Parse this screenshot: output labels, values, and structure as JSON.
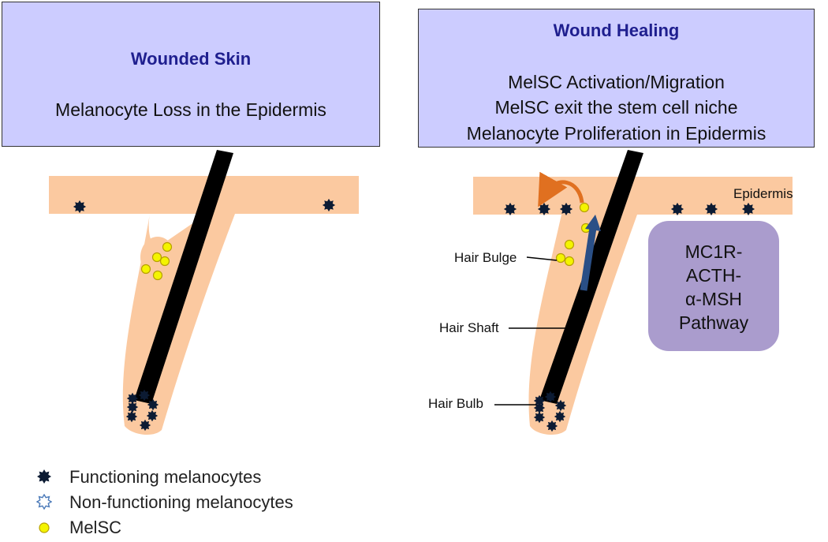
{
  "left_panel": {
    "title": "Wounded Skin",
    "subtitle": "Melanocyte Loss in the Epidermis"
  },
  "right_panel": {
    "title": "Wound Healing",
    "lines": [
      "MelSC Activation/Migration",
      "MelSC exit the stem cell niche",
      "Melanocyte Proliferation in Epidermis"
    ]
  },
  "labels": {
    "epidermis": "Epidermis",
    "hair_bulge": "Hair Bulge",
    "hair_shaft": "Hair Shaft",
    "hair_bulb": "Hair Bulb"
  },
  "pathway": {
    "lines": [
      "MC1R-",
      "ACTH-",
      "α-MSH",
      "Pathway"
    ]
  },
  "legend": {
    "functioning": "Functioning melanocytes",
    "non_functioning": "Non-functioning melanocytes",
    "melsc": "MelSC"
  },
  "colors": {
    "box_fill": "#ccccff",
    "title_color": "#1f1f8f",
    "skin": "#fbc9a0",
    "hair": "#000000",
    "melsc": "#f4f400",
    "arrow_orange": "#e07020",
    "arrow_blue": "#2a4f86",
    "pathway_fill": "#aa9ccd"
  }
}
